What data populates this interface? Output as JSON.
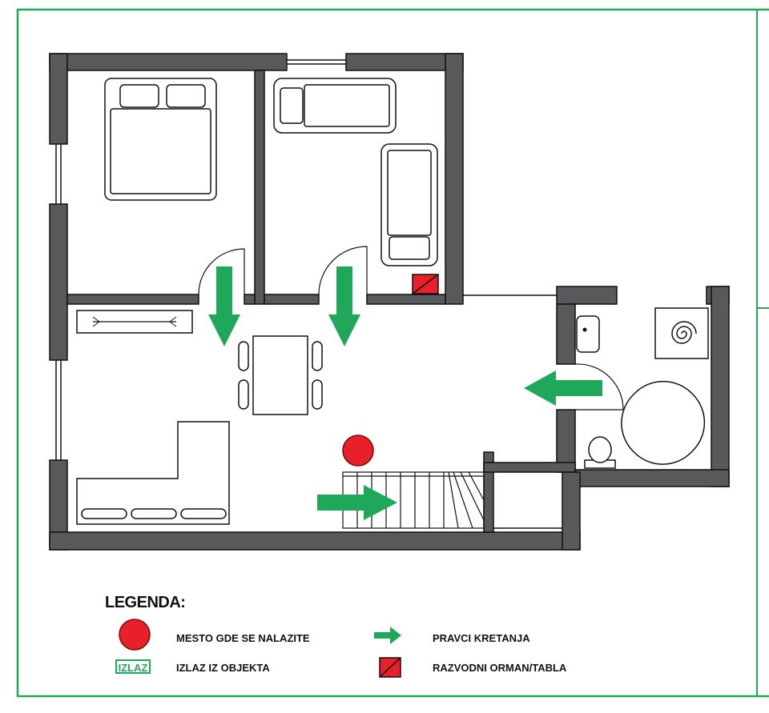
{
  "colors": {
    "wall": "#58595b",
    "arrow": "#1fa85a",
    "location": "#e8202a",
    "frame": "#1fa85a",
    "panel": "#e8202a"
  },
  "legend": {
    "title": "LEGENDA:",
    "items": [
      {
        "icon": "red-circle-icon",
        "label": "MESTO GDE SE NALAZITE"
      },
      {
        "icon": "green-arrow-icon",
        "label": "PRAVCI KRETANJA"
      },
      {
        "icon": "exit-sign-icon",
        "sign_text": "IZLAZ",
        "label": "IZLAZ IZ OBJEKTA"
      },
      {
        "icon": "electrical-panel-icon",
        "label": "RAZVODNI ORMAN/TABLA"
      }
    ]
  }
}
